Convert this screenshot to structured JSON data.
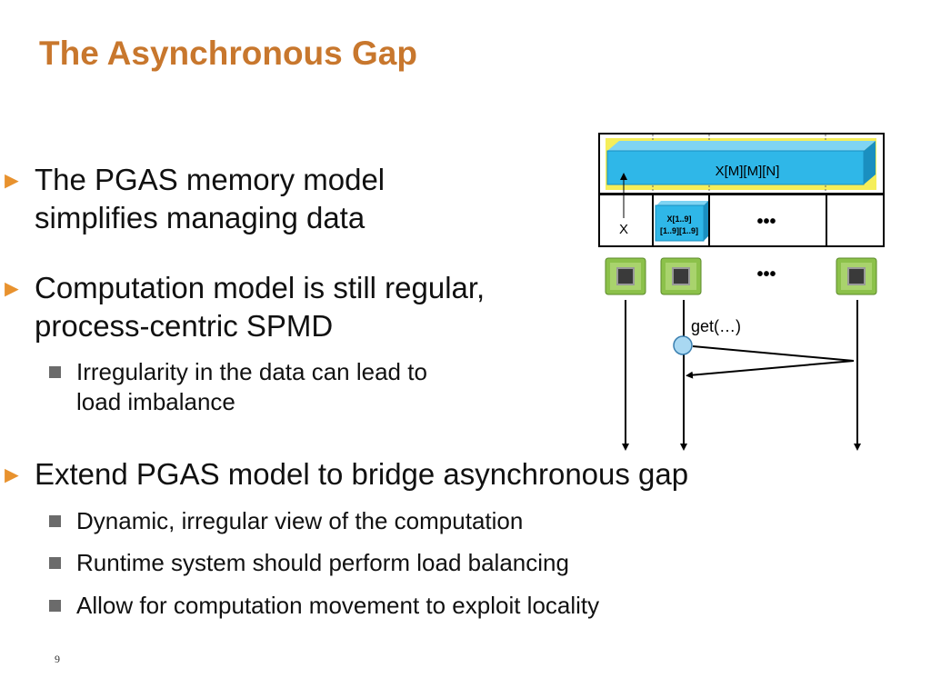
{
  "slide": {
    "title": "The Asynchronous Gap",
    "page_number": "9"
  },
  "bullets": [
    {
      "lines": [
        "The PGAS memory model",
        "simplifies managing data"
      ],
      "subs": []
    },
    {
      "lines": [
        "Computation model is still regular,",
        "process-centric SPMD"
      ],
      "subs": [
        {
          "lines": [
            "Irregularity in the data can lead to",
            "load imbalance"
          ]
        }
      ]
    },
    {
      "lines": [
        "Extend PGAS model to bridge asynchronous gap"
      ],
      "subs": [
        {
          "lines": [
            "Dynamic, irregular view of the computation"
          ]
        },
        {
          "lines": [
            "Runtime system should perform load balancing"
          ]
        },
        {
          "lines": [
            "Allow for computation movement to exploit locality"
          ]
        }
      ]
    }
  ],
  "diagram": {
    "global_array_label": "X[M][M][N]",
    "local_label": "X",
    "local_block_line1": "X[1..9]",
    "local_block_line2": "[1..9][1..9]",
    "ellipsis_top": "•••",
    "ellipsis_mid": "•••",
    "get_label": "get(…)",
    "colors": {
      "yellow": "#f5ee5a",
      "cyan": "#2fb7e8",
      "cyan_dark": "#1a8fc0",
      "chip_green": "#8cc14a",
      "node_circle": "#a9d8f2"
    }
  }
}
